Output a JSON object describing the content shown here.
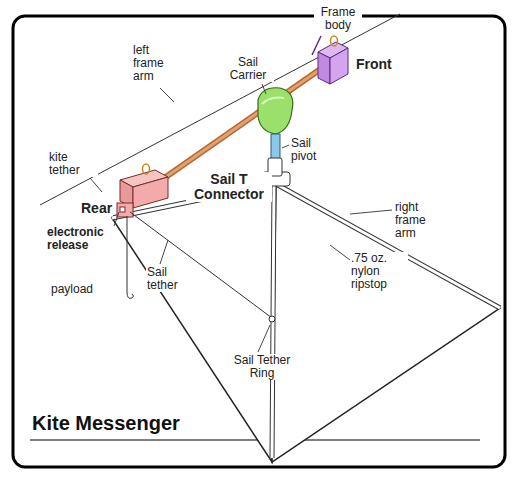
{
  "diagram": {
    "title": "Kite Messenger",
    "labels": [
      "Frame body",
      "left frame arm",
      "Sail Carrier",
      "Front",
      "Sail pivot",
      "kite tether",
      "Sail T Connector",
      "right frame arm",
      "Rear",
      "electronic release",
      ".75 oz. nylon ripstop",
      "payload",
      "Sail tether",
      "Sail Tether Ring"
    ]
  }
}
